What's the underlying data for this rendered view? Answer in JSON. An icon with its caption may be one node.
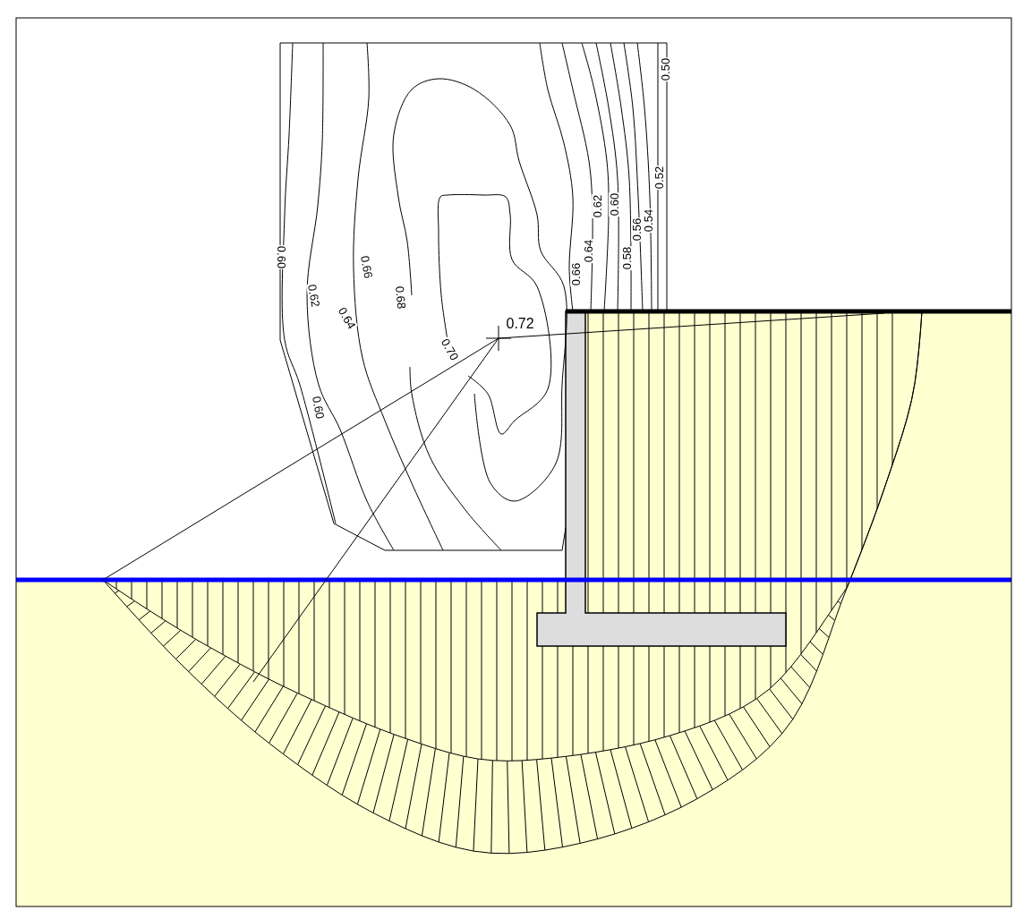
{
  "diagram": {
    "labels": [
      "0.50",
      "0.52",
      "0.62",
      "0.60",
      "0.56",
      "0.54",
      "0.64",
      "0.58",
      "0.66",
      "0.60",
      "0.62",
      "0.66",
      "0.68",
      "0.64",
      "0.70",
      "0.60",
      "0.72"
    ]
  }
}
